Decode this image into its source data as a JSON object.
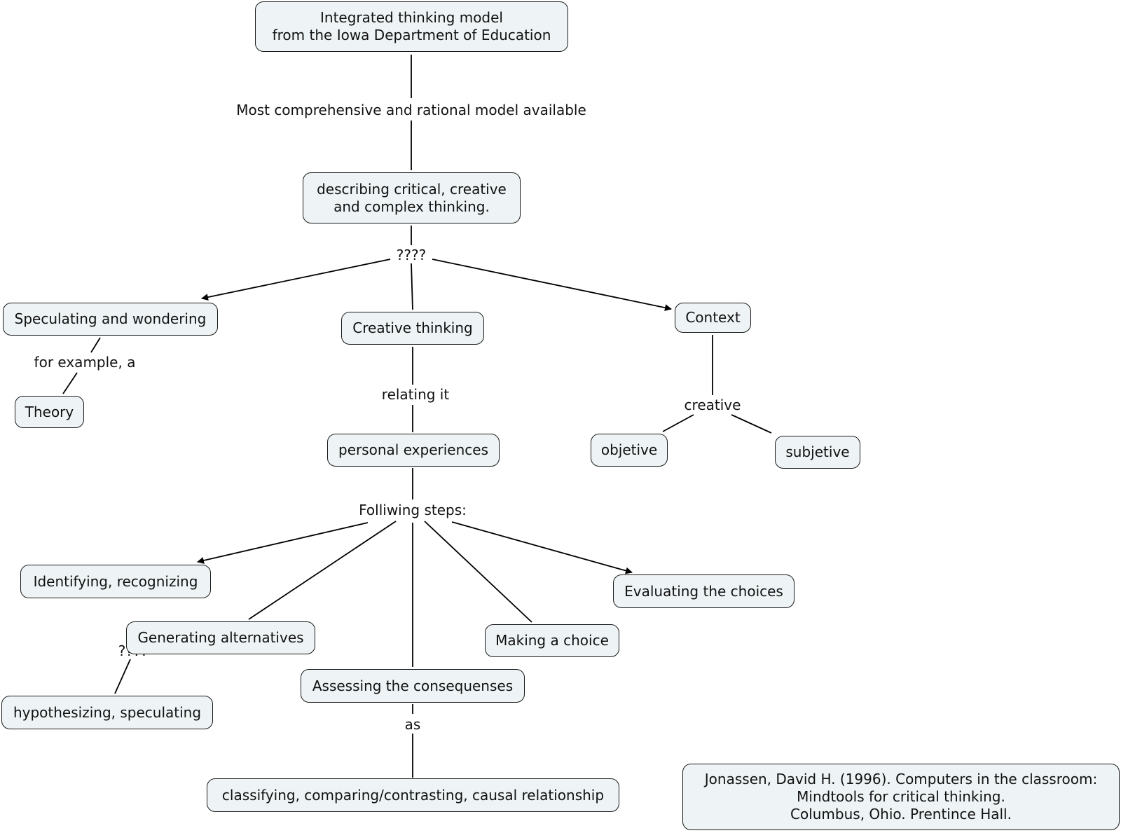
{
  "concepts": {
    "root": "Integrated thinking model\nfrom the Iowa Department of Education",
    "describing": "describing critical, creative\nand complex thinking.",
    "speculating": "Speculating and wondering",
    "creative_thinking": "Creative thinking",
    "context": "Context",
    "theory": "Theory",
    "personal": "personal experiences",
    "objetive": "objetive",
    "subjetive": "subjetive",
    "identifying": "Identifying, recognizing",
    "evaluating": "Evaluating the choices",
    "generating": "Generating alternatives",
    "making": "Making a choice",
    "assessing": "Assessing the consequenses",
    "hypothesizing": "hypothesizing, speculating",
    "classifying": "classifying, comparing/contrasting, causal relationship",
    "reference": "Jonassen, David H. (1996). Computers in the classroom:\nMindtools for critical thinking.\nColumbus, Ohio. Prentince Hall."
  },
  "links": {
    "most_comprehensive": "Most comprehensive and rational model available",
    "question": "????",
    "for_example": "for example, a",
    "relating": "relating it",
    "creative": "creative",
    "following": "Folliwing steps:",
    "question2": "????",
    "as": "as"
  }
}
